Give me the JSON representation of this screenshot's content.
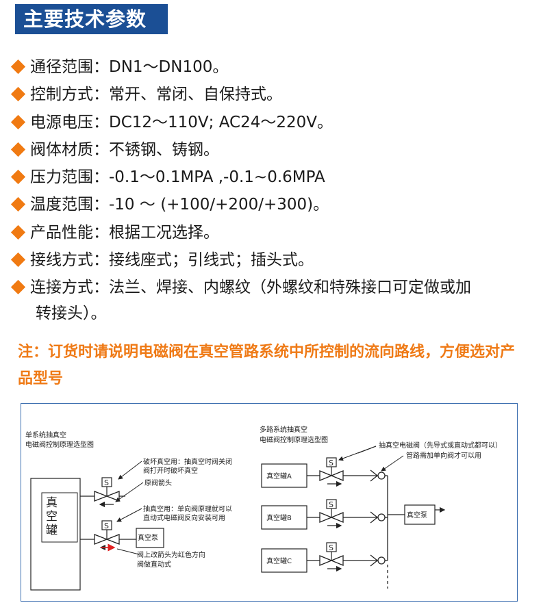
{
  "header": {
    "title": "主要技术参数"
  },
  "params": [
    {
      "text": "通径范围：DN1～DN100。"
    },
    {
      "text": "控制方式：常开、常闭、自保持式。"
    },
    {
      "text": "电源电压：DC12～110V; AC24～220V。"
    },
    {
      "text": "阀体材质：不锈钢、铸钢。"
    },
    {
      "text": "压力范围：-0.1～0.1MPA ,-0.1~0.6MPA"
    },
    {
      "text": "温度范围：-10 ～ (+100/+200/+300)。"
    },
    {
      "text": "产品性能：根据工况选择。"
    },
    {
      "text": "接线方式：接线座式；引线式；插头式。"
    },
    {
      "text": "连接方式：法兰、焊接、内螺纹（外螺纹和特殊接口可定做或加",
      "cont": "转接头）。"
    }
  ],
  "note": {
    "text": "注：订货时请说明电磁阀在真空管路系统中所控制的流向路线，方便选对产品型号"
  },
  "diagram": {
    "left_title_1": "单系统抽真空",
    "left_title_2": "电磁阀控制原理选型图",
    "tank_1": "真",
    "tank_2": "空",
    "tank_3": "罐",
    "s_label": "S",
    "pump": "真空泵",
    "break_1": "破坏真空用：抽真空时阀关闭",
    "break_2": "阀打开时破坏真空",
    "orig_arrow": "原阀箭头",
    "evac_1": "抽真空用：单向阀原理就可以",
    "evac_2": "直动式电磁阀反向安装可用",
    "red_1": "阀上改箭头为红色方向",
    "red_2": "阀做直动式",
    "right_title_1": "多路系统抽真空",
    "right_title_2": "电磁阀控制原理选型图",
    "tank_a": "真空罐A",
    "tank_b": "真空罐B",
    "tank_c": "真空罐C",
    "evac_valve": "抽真空电磁阀（先导式或直动式都可以）",
    "check_note": "管路需加单向阀才可以用"
  }
}
